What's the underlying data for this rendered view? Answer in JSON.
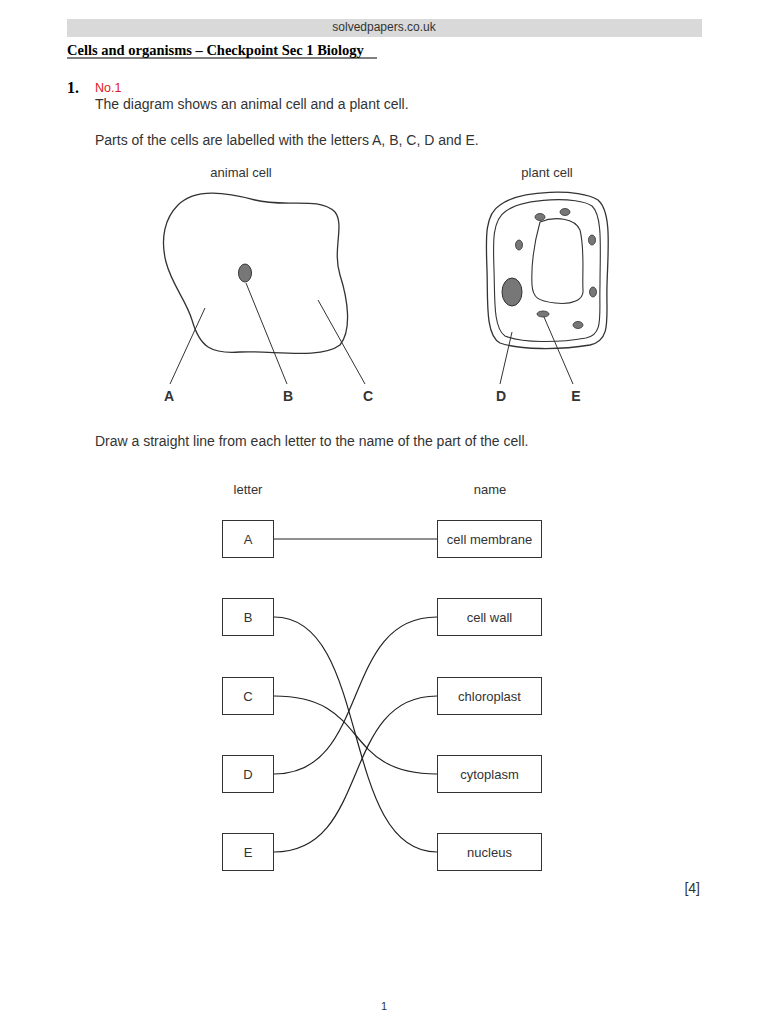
{
  "diagram": {
    "title": "Cells and organisms – Checkpoint Sec 1 Biology",
    "nodes": [
      {
        "text": [
          "A"
        ]
      },
      {
        "text": [
          "cell membrane"
        ]
      },
      {
        "text": [
          "B"
        ]
      },
      {
        "text": [
          "cell wall"
        ]
      },
      {
        "text": [
          "C"
        ]
      },
      {
        "text": [
          "chloroplast"
        ]
      },
      {
        "text": [
          "D"
        ]
      },
      {
        "text": [
          "cytoplasm"
        ]
      },
      {
        "text": [
          "E"
        ]
      },
      {
        "text": [
          "nucleus"
        ]
      }
    ],
    "edges": [
      {
        "from": 0,
        "to": 1,
        "arrow": "none"
      },
      {
        "from": 2,
        "to": 9,
        "arrow": "none"
      },
      {
        "from": 4,
        "to": 7,
        "arrow": "none"
      },
      {
        "from": 6,
        "to": 3,
        "arrow": "none"
      },
      {
        "from": 8,
        "to": 5,
        "arrow": "none"
      }
    ],
    "labels": [
      "solvedpapers.co.uk",
      "1.",
      "No.1",
      "The diagram shows an animal cell and a plant cell.",
      "Parts of the cells are labelled with the letters A, B, C, D and E.",
      "animal cell",
      "plant cell",
      "A",
      "B",
      "C",
      "D",
      "E",
      "Draw a straight line from each letter to the name of the part of the cell.",
      "letter",
      "name",
      "[4]",
      "1"
    ]
  }
}
